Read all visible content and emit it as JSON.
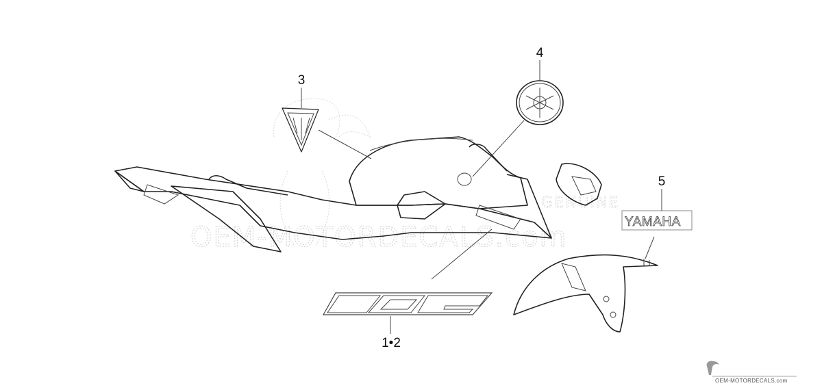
{
  "diagram": {
    "callouts": [
      {
        "id": "1-2",
        "label": "1•2"
      },
      {
        "id": "3",
        "label": "3"
      },
      {
        "id": "4",
        "label": "4"
      },
      {
        "id": "5",
        "label": "5"
      }
    ],
    "decal_5_text": "YAMAHA",
    "watermark_text": "OEM-MOTORDECALS.com",
    "watermark_small_text": "GENUINE",
    "footer_logo_text": "OEM-MOTORDECALS.com",
    "line_color": "#222222",
    "watermark_color": "#d4d4d4"
  }
}
